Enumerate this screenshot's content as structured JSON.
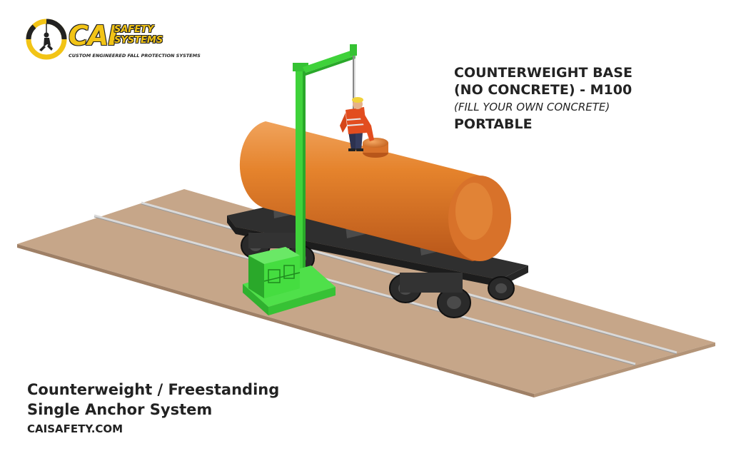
{
  "logo": {
    "wordmark": "CAI",
    "sub_line1": "SAFETY",
    "sub_line2": "SYSTEMS",
    "tagline": "CUSTOM ENGINEERED FALL PROTECTION SYSTEMS",
    "icon": "fall-arrest-person-icon",
    "brand_color": "#f2c416"
  },
  "headline": {
    "line1": "COUNTERWEIGHT BASE",
    "line2": "(NO CONCRETE) - M100",
    "line3": "(FILL YOUR OWN CONCRETE)",
    "line4": "PORTABLE"
  },
  "caption": {
    "line1": "Counterweight / Freestanding",
    "line2": "Single Anchor System",
    "website": "CAISAFETY.COM"
  },
  "colors": {
    "tank": "#e07a22",
    "davit": "#3fd23a",
    "platform": "#c9a98a",
    "railcar": "#3a3a3a",
    "text": "#222222"
  }
}
